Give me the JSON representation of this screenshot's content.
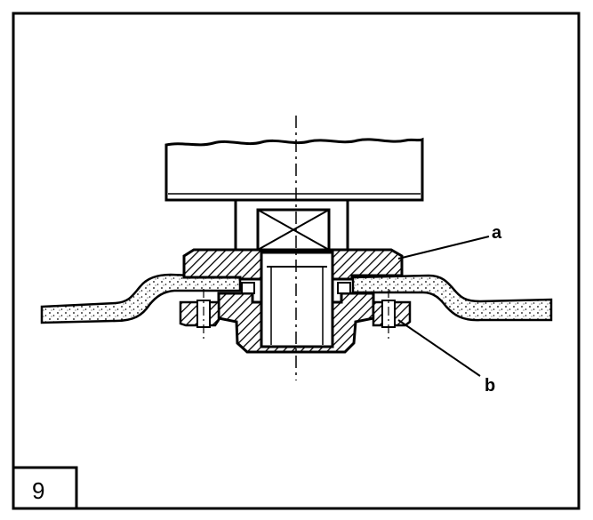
{
  "figure": {
    "number": "9",
    "callouts": {
      "a": "a",
      "b": "b"
    }
  },
  "colors": {
    "ink": "#000000",
    "paper": "#ffffff"
  }
}
